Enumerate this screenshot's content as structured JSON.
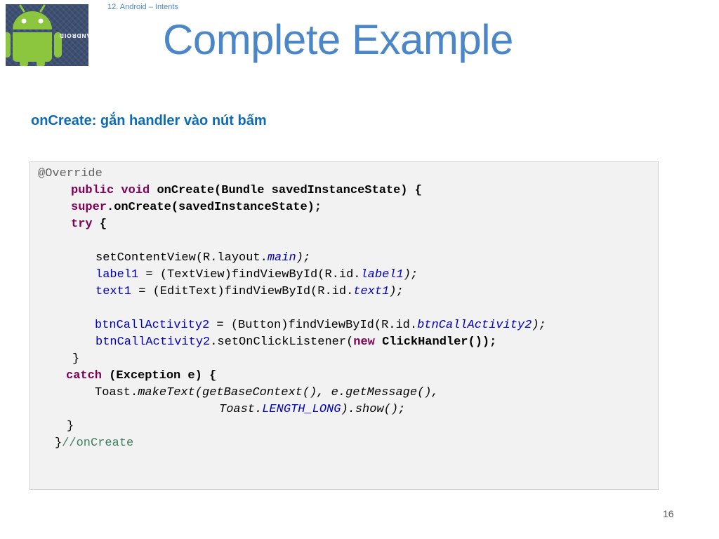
{
  "header": {
    "breadcrumb": "12. Android – Intents",
    "title": "Complete Example",
    "logo_text": "ANDROID"
  },
  "subtitle": "onCreate: gắn handler vào nút bấm",
  "code": {
    "l1_annotation": "@Override",
    "l2_public": "public",
    "l2_void": "void",
    "l2_rest": "onCreate(Bundle savedInstanceState) {",
    "l3_super": "super",
    "l3_rest": ".onCreate(savedInstanceState);",
    "l4_try": "try",
    "l4_brace": "{",
    "l5_a": "setContentView(R.layout.",
    "l5_field": "main",
    "l5_b": ");",
    "l6_var": "label1",
    "l6_a": " = (TextView)findViewById(R.id.",
    "l6_field": "label1",
    "l6_b": ");",
    "l7_var": "text1",
    "l7_a": " = (EditText)findViewById(R.id.",
    "l7_field": "text1",
    "l7_b": ");",
    "l8_var": "btnCallActivity2",
    "l8_a": " = (Button)findViewById(R.id.",
    "l8_field": "btnCallActivity2",
    "l8_b": ");",
    "l9_var": "btnCallActivity2",
    "l9_a": ".setOnClickListener(",
    "l9_new": "new",
    "l9_b": "ClickHandler());",
    "l10_brace": "}",
    "l11_catch": "catch",
    "l11_rest": "(Exception e) {",
    "l12_a": "Toast.",
    "l12_b": "makeText(getBaseContext(), e.getMessage(),",
    "l13_a": "Toast.",
    "l13_field": "LENGTH_LONG",
    "l13_b": ").show();",
    "l14_brace": "}",
    "l15_brace": "}",
    "l15_comment": "//onCreate"
  },
  "page_number": "16",
  "colors": {
    "title_blue": "#4a86c8",
    "subtitle_blue": "#0d6bb5",
    "keyword": "#7f0055",
    "field": "#0000c0",
    "comment": "#3f7f5f",
    "annotation": "#646464",
    "code_bg": "#f2f2f2"
  }
}
